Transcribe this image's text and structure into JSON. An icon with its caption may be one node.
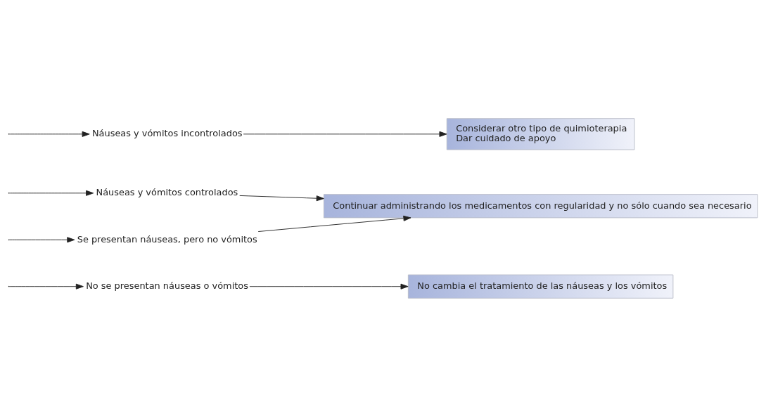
{
  "diagram": {
    "nodes": [
      {
        "text": [
          "No se presentan náuseas o vómitos"
        ]
      },
      {
        "text": [
          "Se presentan náuseas, pero no vómitos"
        ]
      },
      {
        "text": [
          "Náuseas y vómitos controlados"
        ]
      },
      {
        "text": [
          "Náuseas y vómitos incontrolados"
        ]
      },
      {
        "text": [
          "No cambia el tratamiento de las náuseas y los vómitos"
        ]
      },
      {
        "text": [
          "Continuar administrando los medicamentos con regularidad y no sólo cuando sea necesario"
        ]
      },
      {
        "text": [
          "Considerar otro tipo de quimioterapia",
          "Dar cuidado de apoyo"
        ]
      }
    ],
    "edges": [
      {
        "from": null,
        "to": 0,
        "arrow": "to"
      },
      {
        "from": null,
        "to": 1,
        "arrow": "to"
      },
      {
        "from": null,
        "to": 2,
        "arrow": "to"
      },
      {
        "from": null,
        "to": 3,
        "arrow": "to"
      },
      {
        "from": 0,
        "to": 4,
        "arrow": "to"
      },
      {
        "from": 1,
        "to": 5,
        "arrow": "to"
      },
      {
        "from": 2,
        "to": 5,
        "arrow": "to"
      },
      {
        "from": 3,
        "to": 6,
        "arrow": "to"
      }
    ]
  }
}
